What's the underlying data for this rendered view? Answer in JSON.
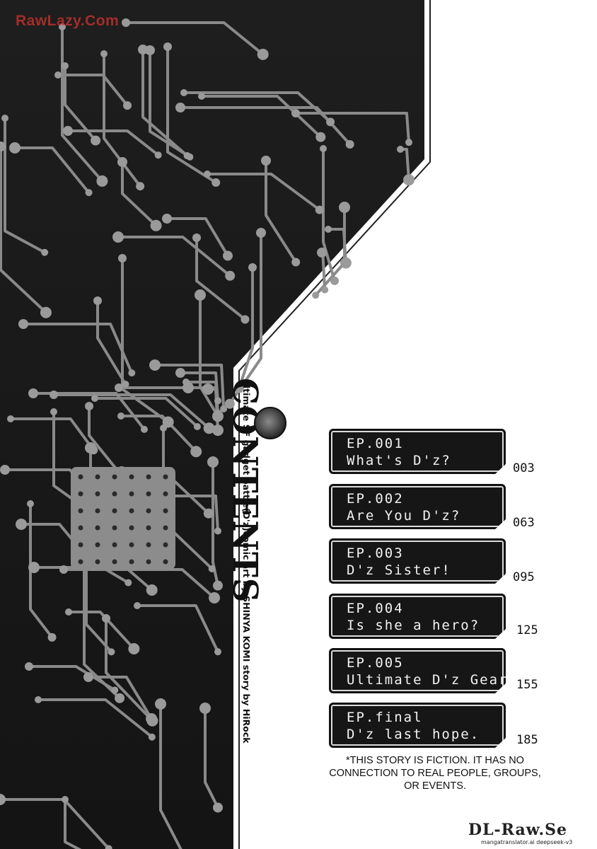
{
  "watermark_top": "RawLazy.Com",
  "contents": {
    "title": "CONTENTS",
    "subtitle": "ultimate SF gadget battle(D'z)comic art by SHINYA KOMI story by HiRock",
    "episodes": [
      {
        "ep": "EP.001",
        "name": "What's D'z?",
        "page": "003"
      },
      {
        "ep": "EP.002",
        "name": "Are You D'z?",
        "page": "063"
      },
      {
        "ep": "EP.003",
        "name": "D'z Sister!",
        "page": "095"
      },
      {
        "ep": "EP.004",
        "name": "Is she a hero?",
        "page": "125"
      },
      {
        "ep": "EP.005",
        "name": "Ultimate D'z Gear!!",
        "page": "155"
      },
      {
        "ep": "EP.final",
        "name": "D'z last hope.",
        "page": "185"
      }
    ]
  },
  "notice": {
    "line1": "*THIS STORY IS FICTION. IT HAS NO",
    "line2": "CONNECTION TO REAL PEOPLE, GROUPS,",
    "line3": "OR EVENTS."
  },
  "watermark_bottom": "DL-Raw.Se",
  "credit": "mangatranslator.ai   deepseek-v3"
}
